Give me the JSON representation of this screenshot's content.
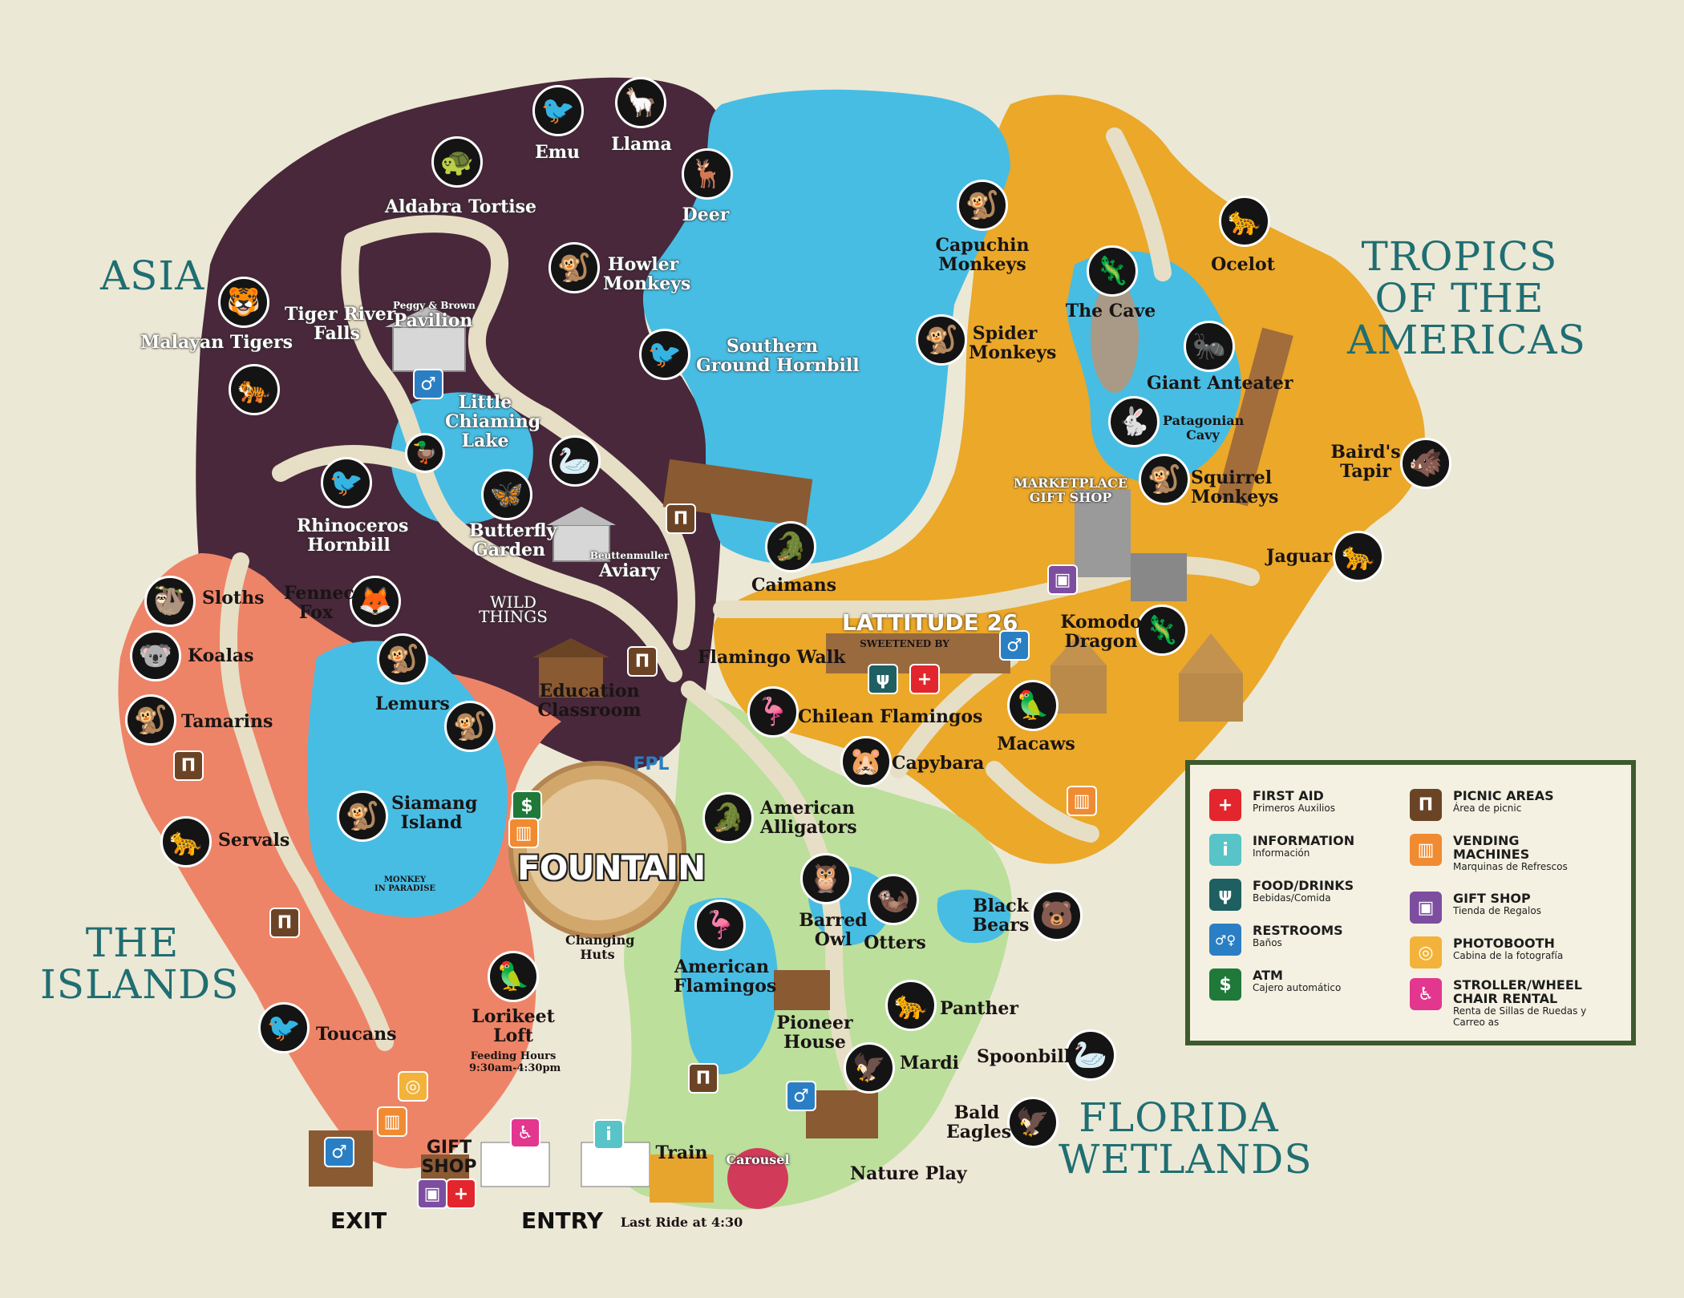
{
  "regions": {
    "asia": "ASIA",
    "tropics": [
      "TROPICS",
      "OF THE",
      "AMERICAS"
    ],
    "islands": [
      "THE",
      "ISLANDS"
    ],
    "wetlands": [
      "FLORIDA",
      "WETLANDS"
    ]
  },
  "colors": {
    "background": "#ece8d6",
    "asia": "#48283a",
    "tropics": "#eba829",
    "islands": "#ee8467",
    "wetlands": "#bcdf9c",
    "water": "#47bde3",
    "path": "#e6dfc6",
    "region_title": "#1f6e72"
  },
  "animals": {
    "emu": "Emu",
    "llama": "Llama",
    "deer": "Deer",
    "aldabra": "Aldabra Tortise",
    "howler": [
      "Howler",
      "Monkeys"
    ],
    "southern_hornbill": [
      "Southern",
      "Ground Hornbill"
    ],
    "malayan_tigers": "Malayan Tigers",
    "tiger_river": [
      "Tiger River",
      "Falls"
    ],
    "rhino_hornbill": [
      "Rhinoceros",
      "Hornbill"
    ],
    "capuchin": [
      "Capuchin",
      "Monkeys"
    ],
    "ocelot": "Ocelot",
    "the_cave": "The Cave",
    "spider": [
      "Spider",
      "Monkeys"
    ],
    "giant_anteater": "Giant Anteater",
    "patagonian": [
      "Patagonian",
      "Cavy"
    ],
    "squirrel": [
      "Squirrel",
      "Monkeys"
    ],
    "bairds_tapir": [
      "Baird's",
      "Tapir"
    ],
    "jaguar": "Jaguar",
    "komodo": [
      "Komodo",
      "Dragon"
    ],
    "caimans": "Caimans",
    "chilean_flamingos": "Chilean Flamingos",
    "macaws": "Macaws",
    "capybara": "Capybara",
    "sloths": "Sloths",
    "fennec": [
      "Fennec",
      "Fox"
    ],
    "koalas": "Koalas",
    "tamarins": "Tamarins",
    "lemurs": "Lemurs",
    "servals": "Servals",
    "siamang": [
      "Siamang",
      "Island"
    ],
    "toucans": "Toucans",
    "lorikeet": [
      "Lorikeet",
      "Loft"
    ],
    "lorikeet_hours": [
      "Feeding Hours",
      "9:30am-4:30pm"
    ],
    "american_alligators": [
      "American",
      "Alligators"
    ],
    "barred_owl": [
      "Barred",
      "Owl"
    ],
    "otters": "Otters",
    "black_bears": [
      "Black",
      "Bears"
    ],
    "american_flamingos": [
      "American",
      "Flamingos"
    ],
    "panther": "Panther",
    "spoonbill": "Spoonbill",
    "mardi": "Mardi",
    "bald_eagles": [
      "Bald",
      "Eagles"
    ]
  },
  "places": {
    "pavilion_small": "Peggy & Brown",
    "pavilion": "Pavilion",
    "little_chiaming": [
      "Little",
      "Chiaming",
      "Lake"
    ],
    "butterfly": [
      "Butterfly",
      "Garden"
    ],
    "aviary_small": "Beuttenmuller",
    "aviary": "Aviary",
    "wild_things": [
      "WILD",
      "THINGS"
    ],
    "education": [
      "Education",
      "Classroom"
    ],
    "flamingo_walk": "Flamingo Walk",
    "lattitude": "LATTITUDE 26",
    "sweetened": "SWEETENED BY",
    "marketplace": [
      "MARKETPLACE",
      "GIFT SHOP"
    ],
    "fountain": "FOUNTAIN",
    "changing_huts": [
      "Changing",
      "Huts"
    ],
    "pioneer_house": [
      "Pioneer",
      "House"
    ],
    "nature_play": "Nature Play",
    "train": "Train",
    "carousel": "Carousel",
    "last_ride": "Last Ride at 4:30",
    "gift_shop": [
      "GIFT",
      "SHOP"
    ],
    "exit": "EXIT",
    "entry": "ENTRY",
    "fpl": "FPL",
    "monkey_sign": [
      "MONKEY",
      "IN PARADISE"
    ]
  },
  "legend": {
    "items": [
      {
        "en": "FIRST AID",
        "es": "Primeros Auxilios",
        "color": "#e3262d",
        "icon": "+"
      },
      {
        "en": "INFORMATION",
        "es": "Información",
        "color": "#58c4c7",
        "icon": "i"
      },
      {
        "en": "FOOD/DRINKS",
        "es": "Bebidas/Comida",
        "color": "#1e5f62",
        "icon": "ψ"
      },
      {
        "en": "RESTROOMS",
        "es": "Baños",
        "color": "#2a7fc4",
        "icon": "♂♀"
      },
      {
        "en": "ATM",
        "es": "Cajero automático",
        "color": "#1f7a3a",
        "icon": "$"
      },
      {
        "en": "PICNIC AREAS",
        "es": "Área de picnic",
        "color": "#6b4426",
        "icon": "Π"
      },
      {
        "en": "VENDING MACHINES",
        "es": "Marquinas de Refrescos",
        "color": "#f08b32",
        "icon": "▥"
      },
      {
        "en": "GIFT SHOP",
        "es": "Tienda de Regalos",
        "color": "#7d4ea0",
        "icon": "▣"
      },
      {
        "en": "PHOTOBOOTH",
        "es": "Cabina de la fotografía",
        "color": "#f3b33a",
        "icon": "◎"
      },
      {
        "en": "STROLLER/WHEEL CHAIR RENTAL",
        "es": "Renta de Sillas de Ruedas y Carreo as",
        "color": "#e2368f",
        "icon": "♿"
      }
    ]
  }
}
